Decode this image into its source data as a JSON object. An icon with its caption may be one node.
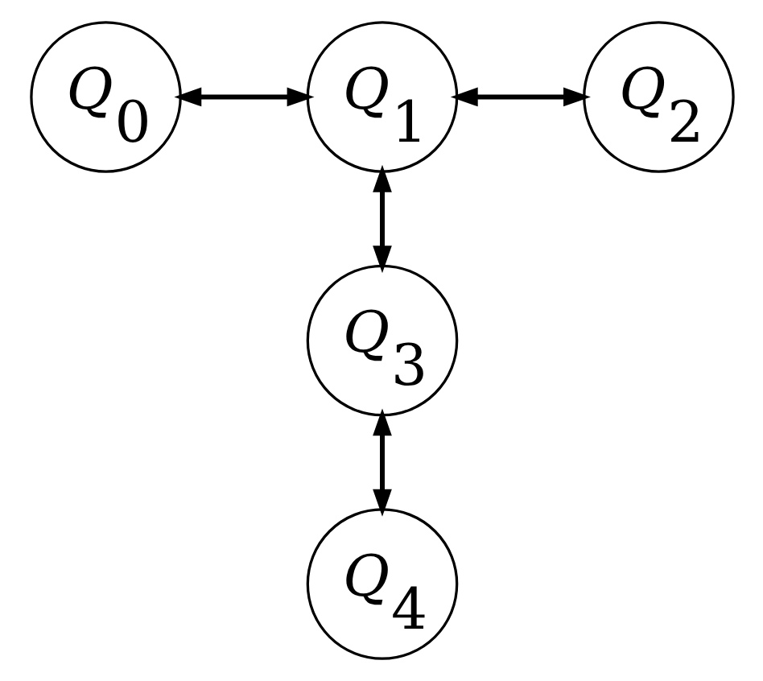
{
  "diagram": {
    "nodes": [
      {
        "text": [
          "Q$_{0}$"
        ]
      },
      {
        "text": [
          "Q$_{1}$"
        ]
      },
      {
        "text": [
          "Q$_{2}$"
        ]
      },
      {
        "text": [
          "Q$_{3}$"
        ]
      },
      {
        "text": [
          "Q$_{4}$"
        ]
      }
    ],
    "edges": [
      {
        "from": 0,
        "to": 1,
        "arrow": "both"
      },
      {
        "from": 1,
        "to": 2,
        "arrow": "both"
      },
      {
        "from": 1,
        "to": 3,
        "arrow": "both"
      },
      {
        "from": 3,
        "to": 4,
        "arrow": "both"
      }
    ]
  }
}
